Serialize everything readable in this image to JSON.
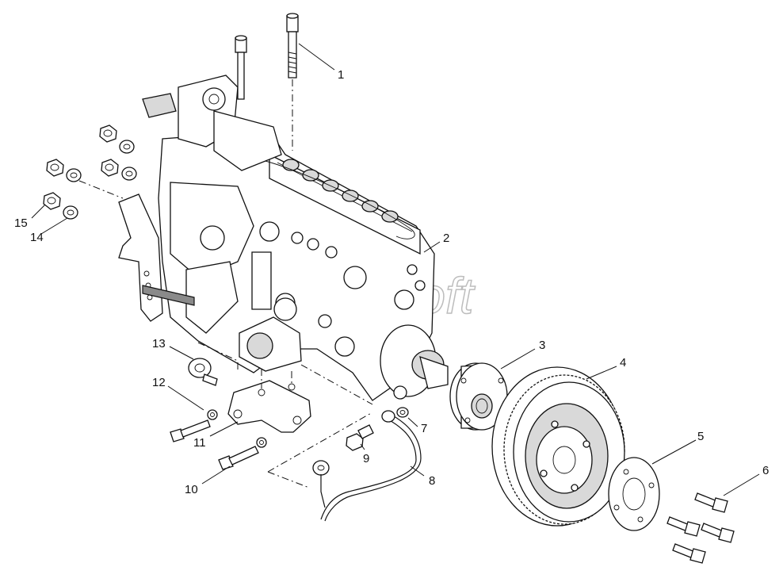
{
  "diagram": {
    "watermark": "MyteSoft",
    "callouts": [
      {
        "id": "1",
        "label": "1"
      },
      {
        "id": "2",
        "label": "2"
      },
      {
        "id": "3",
        "label": "3"
      },
      {
        "id": "4",
        "label": "4"
      },
      {
        "id": "5",
        "label": "5"
      },
      {
        "id": "6",
        "label": "6"
      },
      {
        "id": "7",
        "label": "7"
      },
      {
        "id": "8",
        "label": "8"
      },
      {
        "id": "9",
        "label": "9"
      },
      {
        "id": "10",
        "label": "10"
      },
      {
        "id": "11",
        "label": "11"
      },
      {
        "id": "12",
        "label": "12"
      },
      {
        "id": "13",
        "label": "13"
      },
      {
        "id": "14",
        "label": "14"
      },
      {
        "id": "15",
        "label": "15"
      }
    ]
  }
}
